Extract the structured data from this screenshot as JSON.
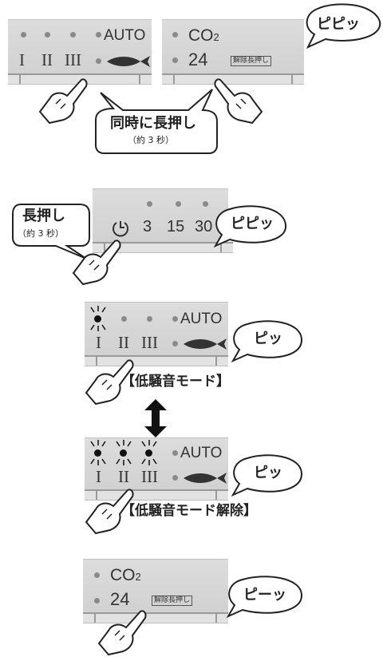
{
  "step1": {
    "fan_panel": {
      "auto_label": "AUTO",
      "speeds": [
        "I",
        "II",
        "III"
      ]
    },
    "co2_panel": {
      "co2_label": "CO",
      "co2_sub": "2",
      "value": "24",
      "tag": "解除長押し"
    },
    "sound": "ピピッ",
    "instruction": {
      "main": "同時に長押し",
      "sub": "（約 3 秒）"
    }
  },
  "step2": {
    "timer_panel": {
      "values": [
        "3",
        "15",
        "30"
      ]
    },
    "sound": "ピピッ",
    "instruction": {
      "main": "長押し",
      "sub": "（約 3 秒）"
    }
  },
  "step3": {
    "panel_a": {
      "auto_label": "AUTO",
      "speeds": [
        "I",
        "II",
        "III"
      ]
    },
    "sound_a": "ピッ",
    "mode_on": "【低騒音モード】",
    "panel_b": {
      "auto_label": "AUTO",
      "speeds": [
        "I",
        "II",
        "III"
      ]
    },
    "sound_b": "ピッ",
    "mode_off": "【低騒音モード解除】"
  },
  "step4": {
    "co2_panel": {
      "co2_label": "CO",
      "co2_sub": "2",
      "value": "24",
      "tag": "解除長押し"
    },
    "sound": "ピーッ"
  }
}
